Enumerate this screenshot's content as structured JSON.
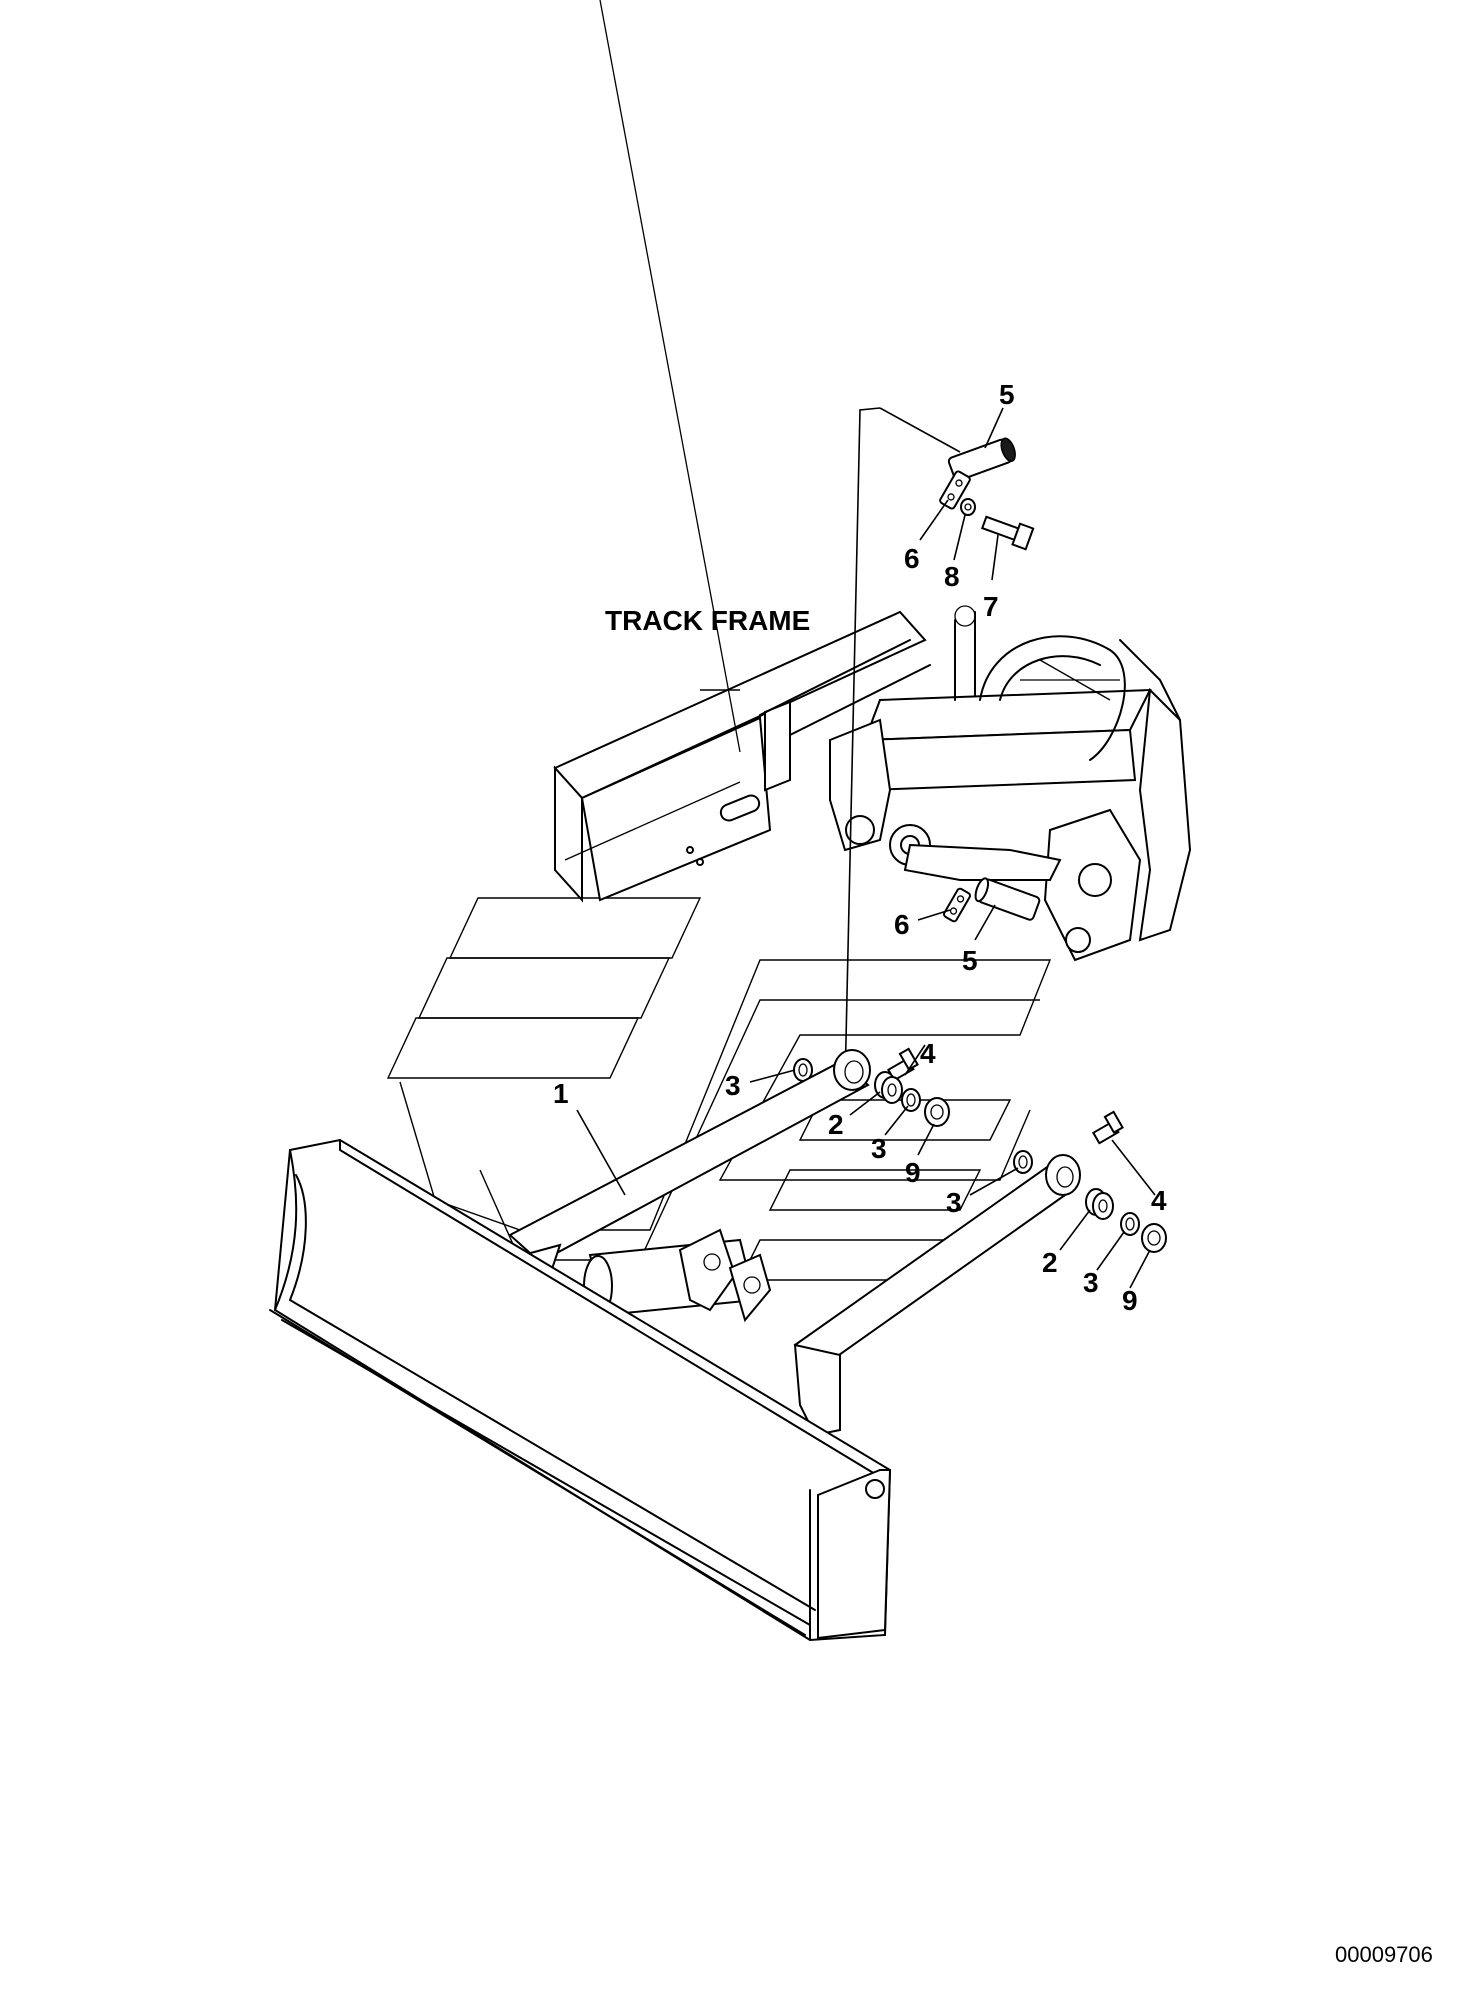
{
  "diagram": {
    "section_label": "TRACK FRAME",
    "drawing_number": "00009706",
    "callouts": [
      {
        "id": "c-5-top",
        "number": "5"
      },
      {
        "id": "c-6-top",
        "number": "6"
      },
      {
        "id": "c-8",
        "number": "8"
      },
      {
        "id": "c-7",
        "number": "7"
      },
      {
        "id": "c-6-mid",
        "number": "6"
      },
      {
        "id": "c-5-mid",
        "number": "5"
      },
      {
        "id": "c-3-a",
        "number": "3"
      },
      {
        "id": "c-4-a",
        "number": "4"
      },
      {
        "id": "c-1",
        "number": "1"
      },
      {
        "id": "c-2-a",
        "number": "2"
      },
      {
        "id": "c-3-b",
        "number": "3"
      },
      {
        "id": "c-9-a",
        "number": "9"
      },
      {
        "id": "c-3-c",
        "number": "3"
      },
      {
        "id": "c-4-b",
        "number": "4"
      },
      {
        "id": "c-2-b",
        "number": "2"
      },
      {
        "id": "c-3-d",
        "number": "3"
      },
      {
        "id": "c-9-b",
        "number": "9"
      }
    ]
  }
}
